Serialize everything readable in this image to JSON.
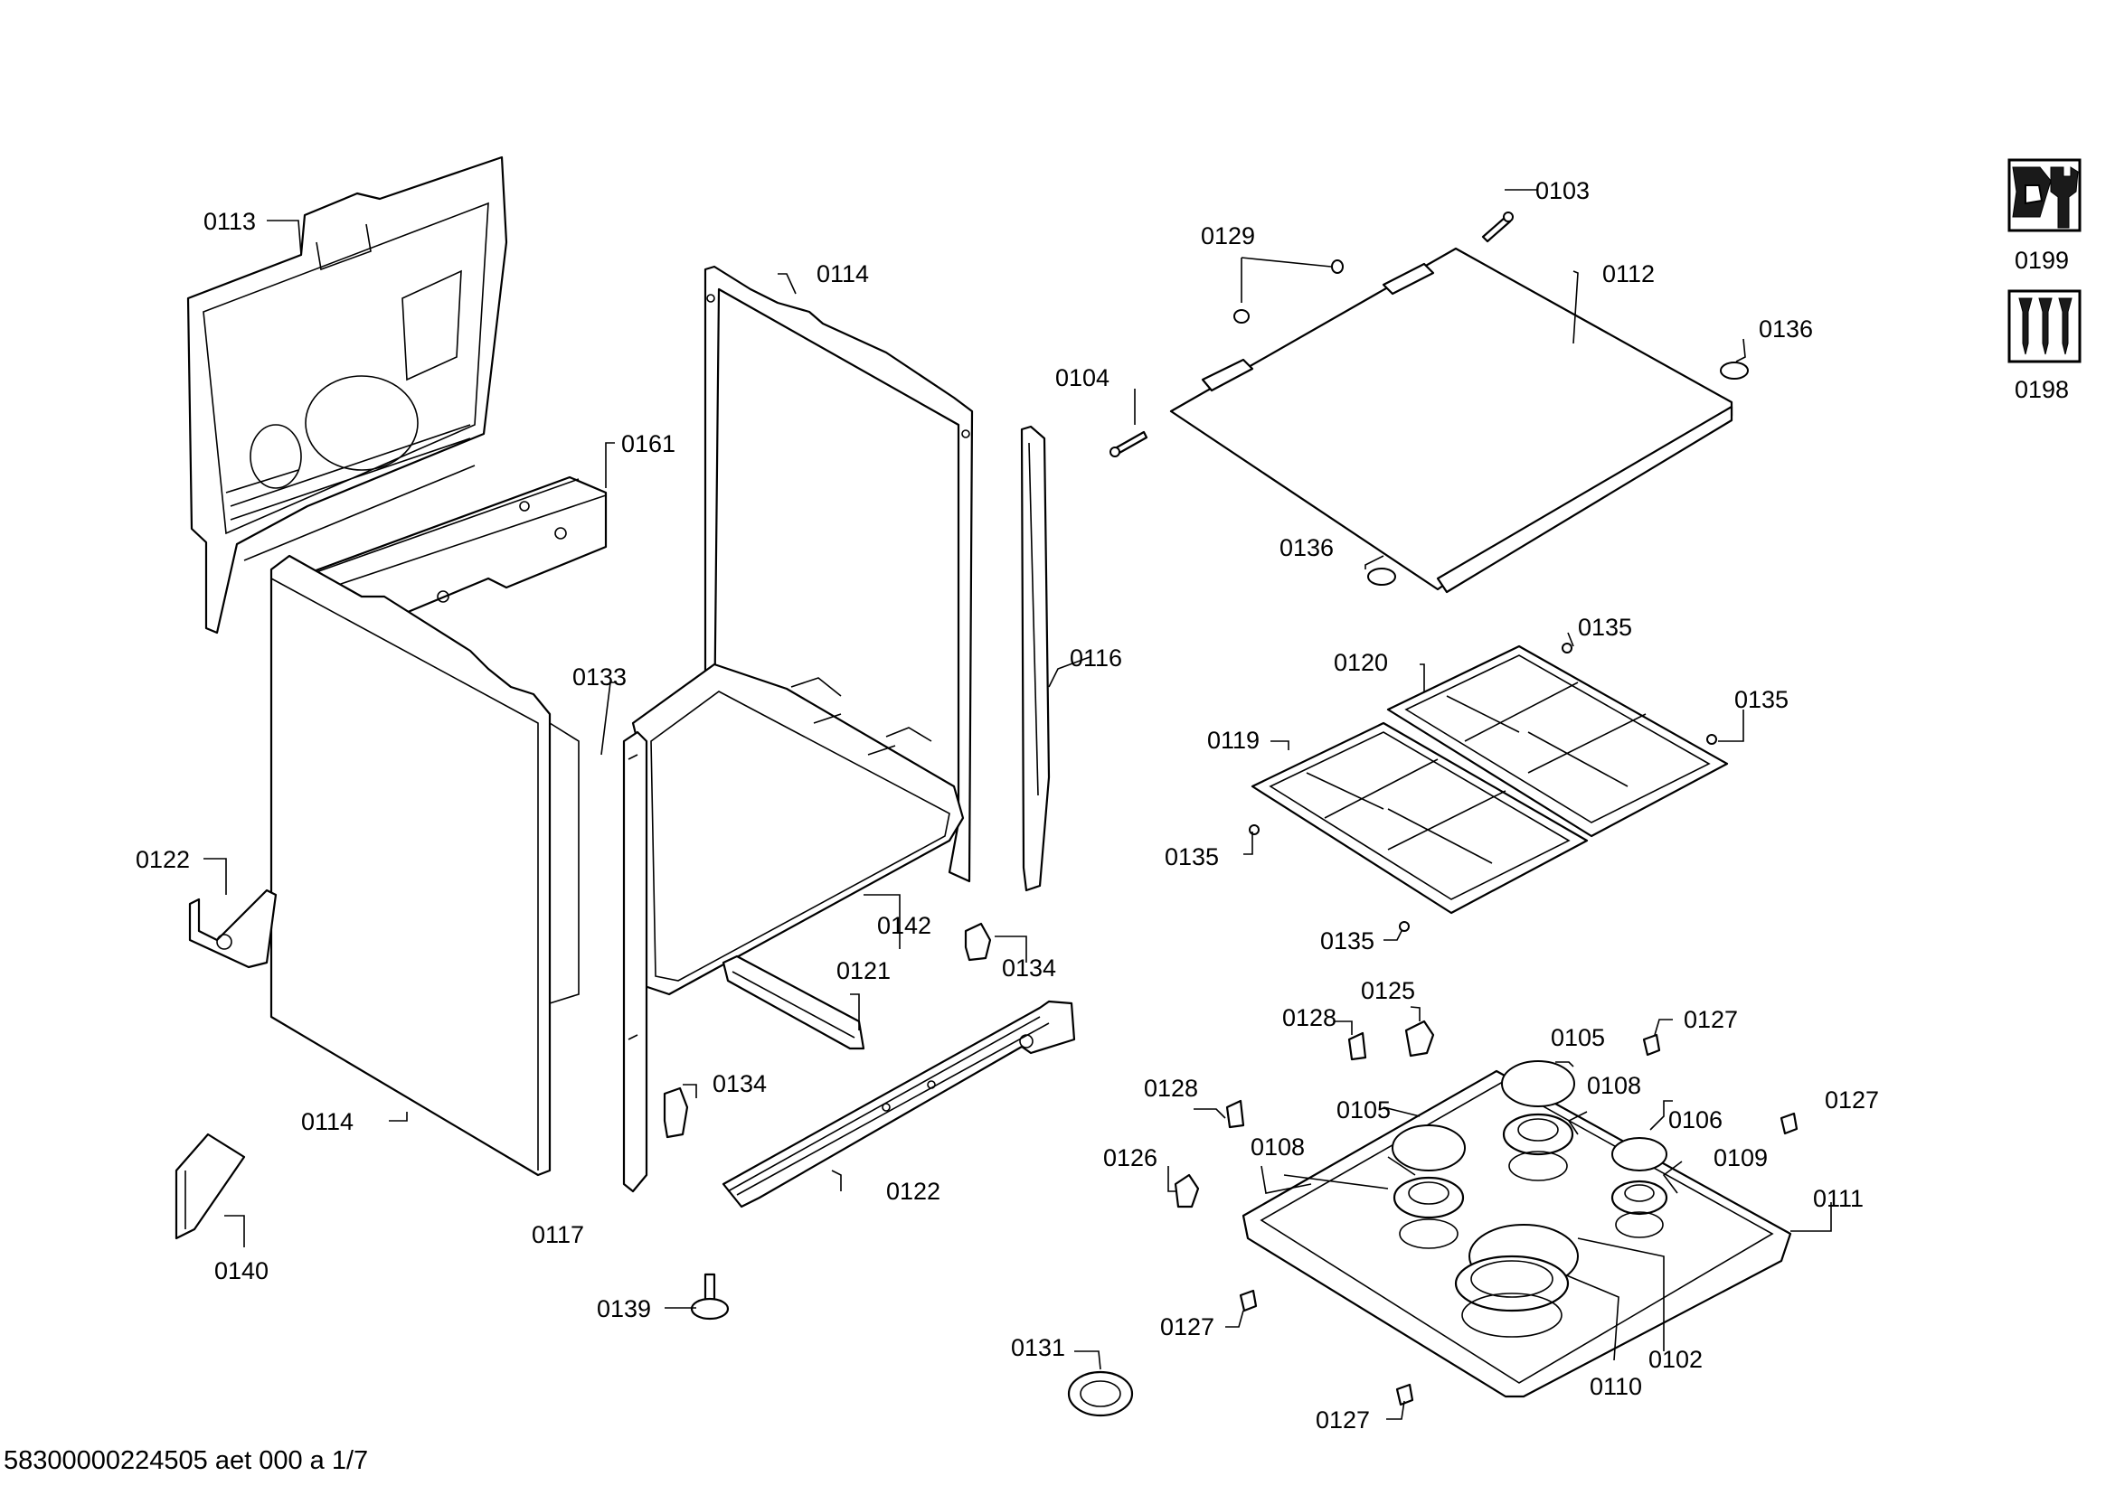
{
  "labels": {
    "l0113": "0113",
    "l0114a": "0114",
    "l0161": "0161",
    "l0133": "0133",
    "l0122a": "0122",
    "l0114b": "0114",
    "l0117": "0117",
    "l0140": "0140",
    "l0116": "0116",
    "l0142": "0142",
    "l0121": "0121",
    "l0134a": "0134",
    "l0134b": "0134",
    "l0122b": "0122",
    "l0139": "0139",
    "l0104": "0104",
    "l0129": "0129",
    "l0103": "0103",
    "l0112": "0112",
    "l0136a": "0136",
    "l0136b": "0136",
    "l0120": "0120",
    "l0135a": "0135",
    "l0135b": "0135",
    "l0119": "0119",
    "l0135c": "0135",
    "l0135d": "0135",
    "l0125": "0125",
    "l0128a": "0128",
    "l0127a": "0127",
    "l0105a": "0105",
    "l0108a": "0108",
    "l0127b": "0127",
    "l0128b": "0128",
    "l0105b": "0105",
    "l0106": "0106",
    "l0108b": "0108",
    "l0109": "0109",
    "l0126": "0126",
    "l0111": "0111",
    "l0127c": "0127",
    "l0102": "0102",
    "l0110": "0110",
    "l0131": "0131",
    "l0127d": "0127",
    "l0199": "0199",
    "l0198": "0198"
  },
  "icons": [
    "wrench-nut-icon",
    "screws-icon"
  ],
  "footer": "58300000224505 aet 000 a 1/7"
}
